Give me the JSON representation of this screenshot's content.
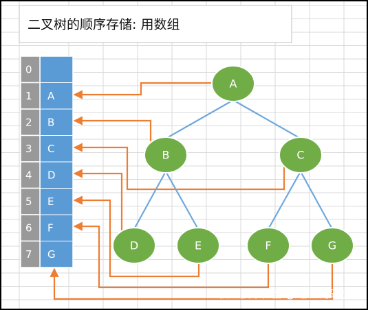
{
  "title": "二叉树的顺序存储: 用数组",
  "array": {
    "indices": [
      "0",
      "1",
      "2",
      "3",
      "4",
      "5",
      "6",
      "7"
    ],
    "values": [
      "",
      "A",
      "B",
      "C",
      "D",
      "E",
      "F",
      "G"
    ]
  },
  "tree": {
    "nodes": [
      {
        "id": "A",
        "label": "A"
      },
      {
        "id": "B",
        "label": "B"
      },
      {
        "id": "C",
        "label": "C"
      },
      {
        "id": "D",
        "label": "D"
      },
      {
        "id": "E",
        "label": "E"
      },
      {
        "id": "F",
        "label": "F"
      },
      {
        "id": "G",
        "label": "G"
      }
    ],
    "edges": [
      [
        "A",
        "B"
      ],
      [
        "A",
        "C"
      ],
      [
        "B",
        "D"
      ],
      [
        "B",
        "E"
      ],
      [
        "C",
        "F"
      ],
      [
        "C",
        "G"
      ]
    ]
  },
  "watermark": "掘金技术社区 @ 哪里的破水瓶",
  "colors": {
    "node_fill": "#70ad47",
    "array_value_fill": "#5b9bd5",
    "array_index_fill": "#999999",
    "arrow": "#ed7d31",
    "tree_edge": "#6fa8dc"
  }
}
